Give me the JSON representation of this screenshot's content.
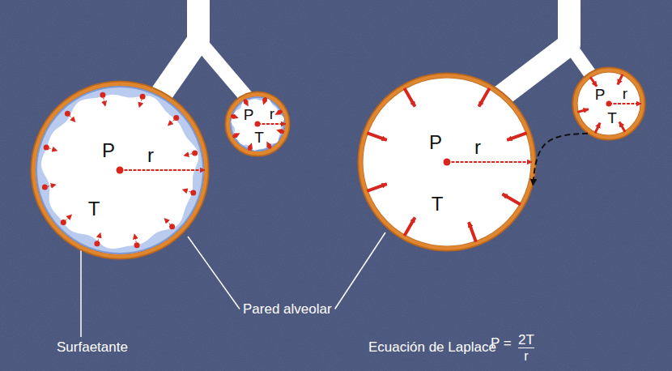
{
  "diagram": {
    "nodes": [
      {
        "text": [
          "P",
          "r",
          "T"
        ]
      },
      {
        "text": [
          "P",
          "r",
          "T"
        ]
      },
      {
        "text": [
          "P",
          "r",
          "T"
        ]
      },
      {
        "text": [
          "P",
          "r",
          "T"
        ]
      }
    ],
    "edges": [
      {
        "from": 3,
        "to": 2,
        "arrow": "to"
      }
    ],
    "labels": [
      "Pared alveolar",
      "Surfaetante",
      "Ecuación de Laplace",
      "P =",
      "2T",
      "r"
    ]
  }
}
